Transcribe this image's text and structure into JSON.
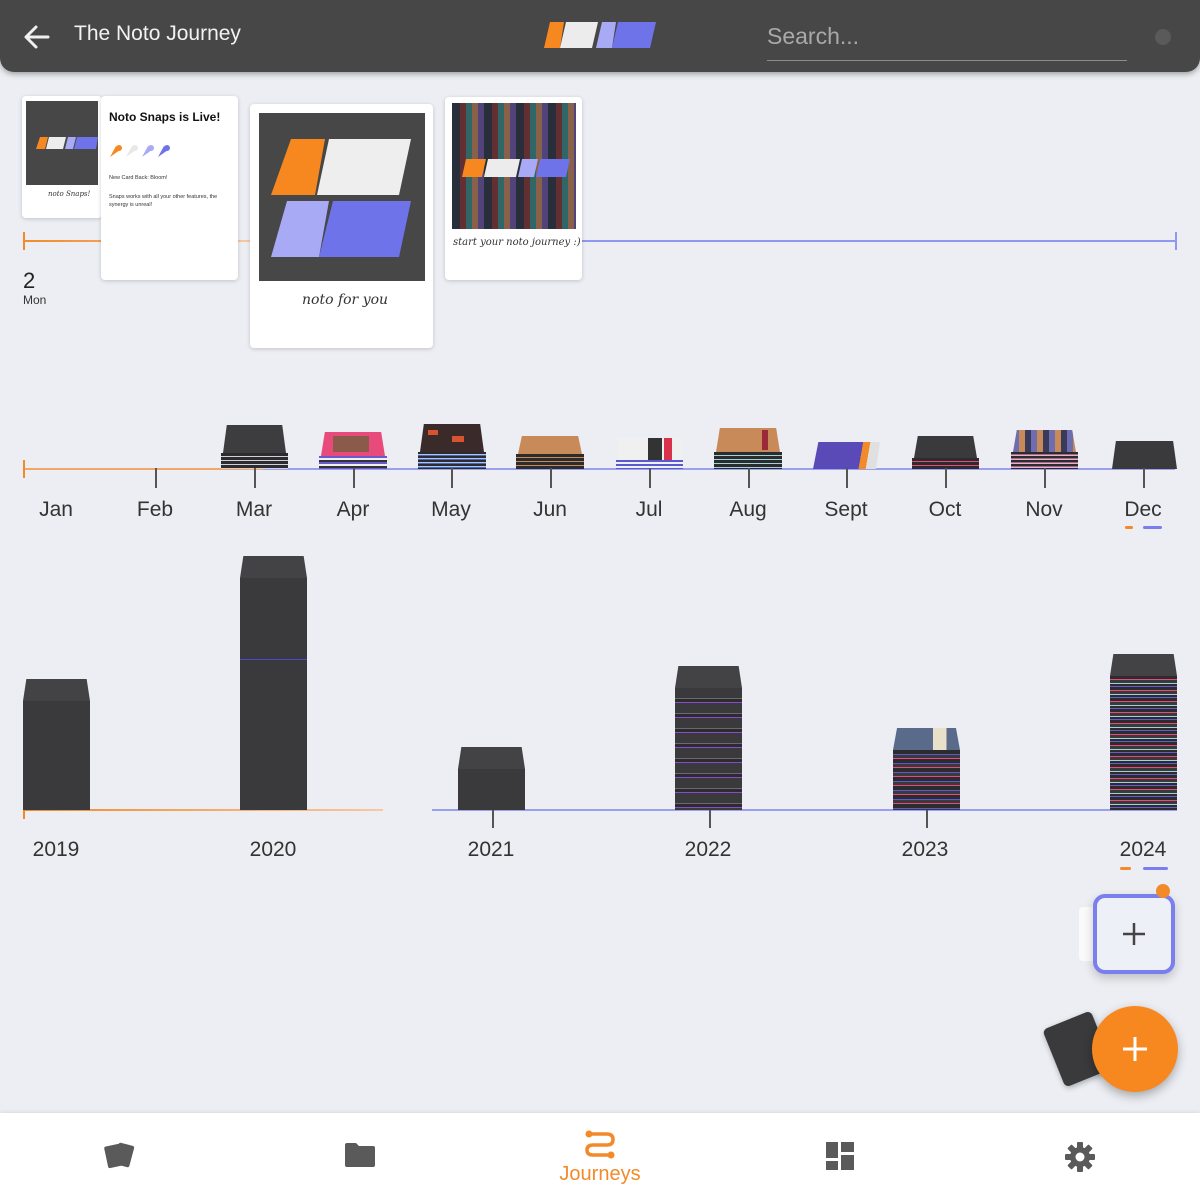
{
  "header": {
    "title": "The Noto Journey",
    "search_placeholder": "Search..."
  },
  "day_view": {
    "day_number": "2",
    "day_name": "Mon",
    "cards": [
      {
        "title": "Noto Snaps is Live!",
        "caption": "noto Snaps!",
        "line1": "New Card Back: Bloom!",
        "line2": "Snaps works with all your other features, the synergy is unreal!"
      },
      {
        "caption": "noto for you"
      },
      {
        "caption": "start your noto journey :)"
      }
    ]
  },
  "months": [
    "Jan",
    "Feb",
    "Mar",
    "Apr",
    "May",
    "Jun",
    "Jul",
    "Aug",
    "Sept",
    "Oct",
    "Nov",
    "Dec"
  ],
  "years": [
    "2019",
    "2020",
    "2021",
    "2022",
    "2023",
    "2024"
  ],
  "colors": {
    "accent_orange": "#f7881f",
    "accent_blue": "#7b7eed",
    "dark": "#474747"
  },
  "fab": {
    "add_icon": "plus-icon"
  },
  "bottom_nav": {
    "items": [
      {
        "icon": "cards-icon"
      },
      {
        "icon": "folder-icon"
      },
      {
        "icon": "journey-icon",
        "label": "Journeys",
        "active": true
      },
      {
        "icon": "dashboard-icon"
      },
      {
        "icon": "gear-icon"
      }
    ]
  }
}
